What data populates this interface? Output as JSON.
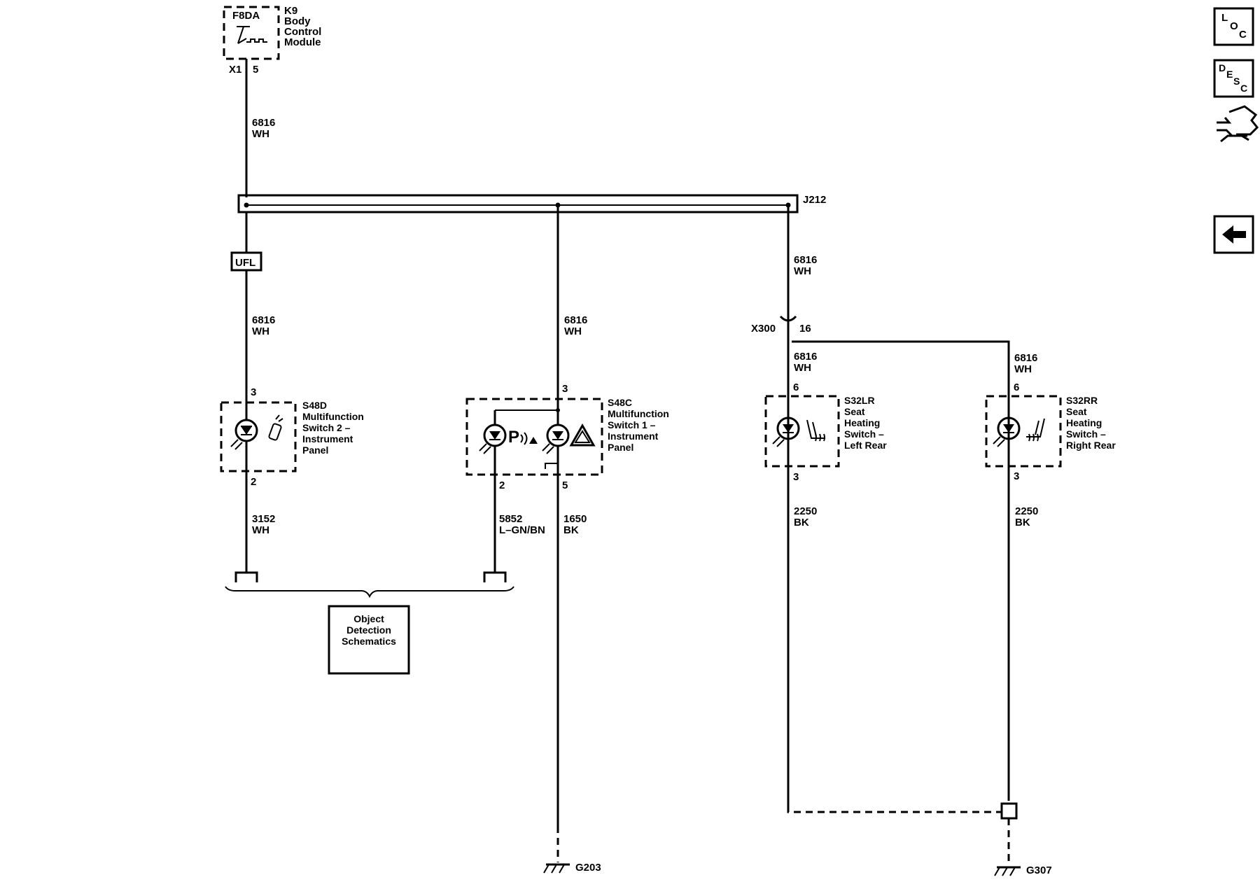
{
  "modules": {
    "bcm": {
      "connector_label": "F8DA",
      "id": "K9",
      "name_lines": [
        "Body",
        "Control",
        "Module"
      ],
      "conn": "X1",
      "pin": "5"
    },
    "s48d": {
      "id": "S48D",
      "name_lines": [
        "Multifunction",
        "Switch 2 –",
        "Instrument",
        "Panel"
      ],
      "pin_top": "3",
      "pin_bottom": "2"
    },
    "s48c": {
      "id": "S48C",
      "name_lines": [
        "Multifunction",
        "Switch 1 –",
        "Instrument",
        "Panel"
      ],
      "pin_top": "3",
      "pin_bottom_left": "2",
      "pin_bottom_right": "5"
    },
    "s32lr": {
      "id": "S32LR",
      "name_lines": [
        "Seat",
        "Heating",
        "Switch –",
        "Left Rear"
      ],
      "pin_top": "6",
      "pin_bottom": "3"
    },
    "s32rr": {
      "id": "S32RR",
      "name_lines": [
        "Seat",
        "Heating",
        "Switch –",
        "Right Rear"
      ],
      "pin_top": "6",
      "pin_bottom": "3"
    }
  },
  "splice": {
    "label": "J212"
  },
  "ufl": {
    "label": "UFL"
  },
  "x300": {
    "label": "X300",
    "pin": "16"
  },
  "wires": {
    "w_bcm": {
      "circuit": "6816",
      "color": "WH"
    },
    "w_ufl": {
      "circuit": "6816",
      "color": "WH"
    },
    "w_mid": {
      "circuit": "6816",
      "color": "WH"
    },
    "w_right_top": {
      "circuit": "6816",
      "color": "WH"
    },
    "w_lr": {
      "circuit": "6816",
      "color": "WH"
    },
    "w_rr": {
      "circuit": "6816",
      "color": "WH"
    },
    "w_3152": {
      "circuit": "3152",
      "color": "WH"
    },
    "w_5852": {
      "circuit": "5852",
      "color": "L–GN/BN"
    },
    "w_1650": {
      "circuit": "1650",
      "color": "BK"
    },
    "w_2250_lr": {
      "circuit": "2250",
      "color": "BK"
    },
    "w_2250_rr": {
      "circuit": "2250",
      "color": "BK"
    }
  },
  "grounds": {
    "g203": "G203",
    "g307": "G307"
  },
  "object_detection": {
    "lines": [
      "Object",
      "Detection",
      "Schematics"
    ]
  },
  "nav": {
    "loc": {
      "l1": "L",
      "l2": "O",
      "l3": "C"
    },
    "desc": {
      "l1": "D",
      "l2": "E",
      "l3": "S",
      "l4": "C"
    }
  }
}
